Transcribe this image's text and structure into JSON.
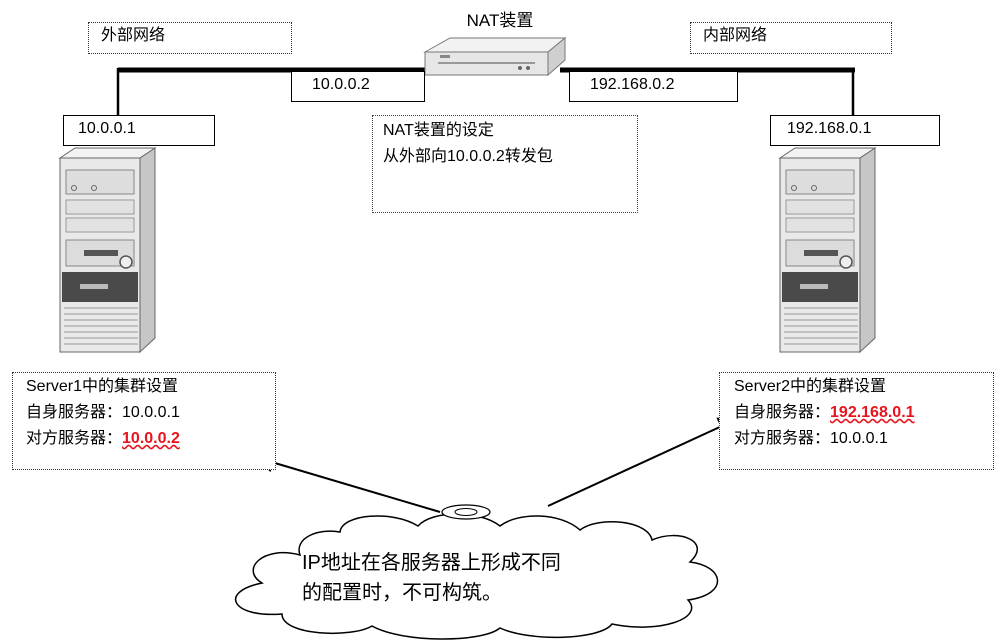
{
  "nat_device": {
    "title": "NAT装置"
  },
  "networks": {
    "external": "外部网络",
    "internal": "内部网络"
  },
  "ports": {
    "nat_external_ip": "10.0.0.2",
    "nat_internal_ip": "192.168.0.2"
  },
  "servers": {
    "left": {
      "ip": "10.0.0.1"
    },
    "right": {
      "ip": "192.168.0.1"
    }
  },
  "nat_setting": {
    "line1": "NAT装置的设定",
    "line2": "从外部向10.0.0.2转发包"
  },
  "cluster1": {
    "title": "Server1中的集群设置",
    "self_label": "自身服务器：",
    "self_value": "10.0.0.1",
    "peer_label": "对方服务器：",
    "peer_value": "10.0.0.2"
  },
  "cluster2": {
    "title": "Server2中的集群设置",
    "self_label": "自身服务器：",
    "self_value": "192.168.0.1",
    "peer_label": "对方服务器：",
    "peer_value": "10.0.0.1"
  },
  "cloud_note": {
    "line1": "IP地址在各服务器上形成不同",
    "line2": "的配置时，不可构筑。"
  },
  "colors": {
    "highlight": "#e8141d",
    "line": "#000000"
  }
}
